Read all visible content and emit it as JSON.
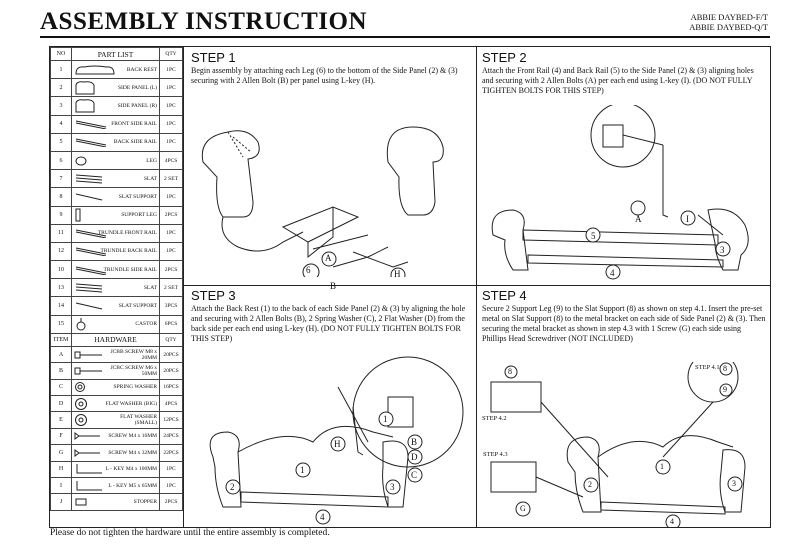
{
  "header": {
    "title": "ASSEMBLY INSTRUCTION",
    "models": [
      "ABBIE DAYBED-F/T",
      "ABBIE DAYBED-Q/T"
    ]
  },
  "parts_table": {
    "headers": {
      "no": "NO",
      "part": "PART LIST",
      "qty": "QTY"
    },
    "rows": [
      {
        "no": "1",
        "name": "BACK REST",
        "qty": "1PC",
        "icon": "back-rest-icon"
      },
      {
        "no": "2",
        "name": "SIDE PANEL (L)",
        "qty": "1PC",
        "icon": "side-panel-icon"
      },
      {
        "no": "3",
        "name": "SIDE PANEL (R)",
        "qty": "1PC",
        "icon": "side-panel-icon"
      },
      {
        "no": "4",
        "name": "FRONT SIDE RAIL",
        "qty": "1PC",
        "icon": "rail-icon"
      },
      {
        "no": "5",
        "name": "BACK SIDE RAIL",
        "qty": "1PC",
        "icon": "rail-icon"
      },
      {
        "no": "6",
        "name": "LEG",
        "qty": "4PCS",
        "icon": "leg-icon"
      },
      {
        "no": "7",
        "name": "SLAT",
        "qty": "2 SET",
        "icon": "slat-icon"
      },
      {
        "no": "8",
        "name": "SLAT SUPPORT",
        "qty": "1PC",
        "icon": "slat-support-icon"
      },
      {
        "no": "9",
        "name": "SUPPORT LEG",
        "qty": "2PCS",
        "icon": "support-leg-icon"
      },
      {
        "no": "11",
        "name": "TRUNDLE FRONT RAIL",
        "qty": "1PC",
        "icon": "rail-icon"
      },
      {
        "no": "12",
        "name": "TRUNDLE BACK RAIL",
        "qty": "1PC",
        "icon": "rail-icon"
      },
      {
        "no": "10",
        "name": "TRUNDLE SIDE RAIL",
        "qty": "2PCS",
        "icon": "rail-icon"
      },
      {
        "no": "13",
        "name": "SLAT",
        "qty": "2 SET",
        "icon": "slat-icon"
      },
      {
        "no": "14",
        "name": "SLAT SUPPORT",
        "qty": "3PCS",
        "icon": "slat-support-icon"
      },
      {
        "no": "15",
        "name": "CASTOR",
        "qty": "6PCS",
        "icon": "castor-icon"
      }
    ],
    "hardware_headers": {
      "item": "ITEM",
      "hardware": "HARDWARE",
      "qty": "QTY"
    },
    "hardware": [
      {
        "item": "A",
        "name": "JCBB SCREW M8 x 20MM",
        "qty": "20PCS",
        "icon": "bolt-icon"
      },
      {
        "item": "B",
        "name": "JCBC SCREW M6 x 50MM",
        "qty": "20PCS",
        "icon": "bolt-icon"
      },
      {
        "item": "C",
        "name": "SPRING WASHER",
        "qty": "16PCS",
        "icon": "spring-washer-icon"
      },
      {
        "item": "D",
        "name": "FLAT WASHER (BIG)",
        "qty": "4PCS",
        "icon": "washer-icon"
      },
      {
        "item": "E",
        "name": "FLAT WASHER (SMALL)",
        "qty": "12PCS",
        "icon": "washer-icon"
      },
      {
        "item": "F",
        "name": "SCREW M4 x 16MM",
        "qty": "24PCS",
        "icon": "screw-icon"
      },
      {
        "item": "G",
        "name": "SCREW M4 x 32MM",
        "qty": "22PCS",
        "icon": "screw-icon"
      },
      {
        "item": "H",
        "name": "L - KEY M4 x 100MM",
        "qty": "1PC",
        "icon": "l-key-icon"
      },
      {
        "item": "I",
        "name": "L - KEY M5 x 65MM",
        "qty": "1PC",
        "icon": "l-key-icon"
      },
      {
        "item": "J",
        "name": "STOPPER",
        "qty": "2PCS",
        "icon": "stopper-icon"
      }
    ]
  },
  "steps": [
    {
      "title": "STEP 1",
      "text": "Begin assembly by attaching each Leg (6) to the bottom of the Side Panel (2) & (3) securing with 2 Allen Bolt (B) per panel using L-key (H).",
      "callouts": [
        "6",
        "A",
        "B",
        "H"
      ]
    },
    {
      "title": "STEP 2",
      "text": "Attach the Front Rail (4) and Back Rail (5) to the Side Panel (2) & (3) aligning holes and securing with 2 Allen Bolts (A) per each end using L-key (I). (DO NOT FULLY TIGHTEN BOLTS FOR THIS STEP)",
      "callouts": [
        "A",
        "I",
        "5",
        "3",
        "4"
      ]
    },
    {
      "title": "STEP 3",
      "text": "Attach the Back Rest (1) to the back of each Side Panel (2) & (3) by aligning the hole and securing with 2 Allen Bolts (B), 2 Spring Washer (C), 2 Flat Washer (D) from the back side per each end using L-key (H). (DO NOT FULLY TIGHTEN BOLTS FOR THIS STEP)",
      "callouts": [
        "1",
        "H",
        "B",
        "D",
        "C",
        "2",
        "1",
        "3",
        "4"
      ]
    },
    {
      "title": "STEP 4",
      "text": "Secure 2 Support Leg (9) to the Slat Support (8) as shown on step 4.1. Insert the pre-set metal on Slat Support (8) to the metal bracket on each side of Side Panel (2) & (3). Then securing the metal bracket as shown in step 4.3 with 1 Screw (G) each side using Phillips Head Screwdriver (NOT INCLUDED)",
      "callouts": [
        "STEP 4.1",
        "8",
        "9",
        "8",
        "STEP 4.2",
        "STEP 4.3",
        "G",
        "2",
        "1",
        "3",
        "4"
      ]
    }
  ],
  "footer": "Please do not tighten  the hardware until the entire assembly is completed."
}
